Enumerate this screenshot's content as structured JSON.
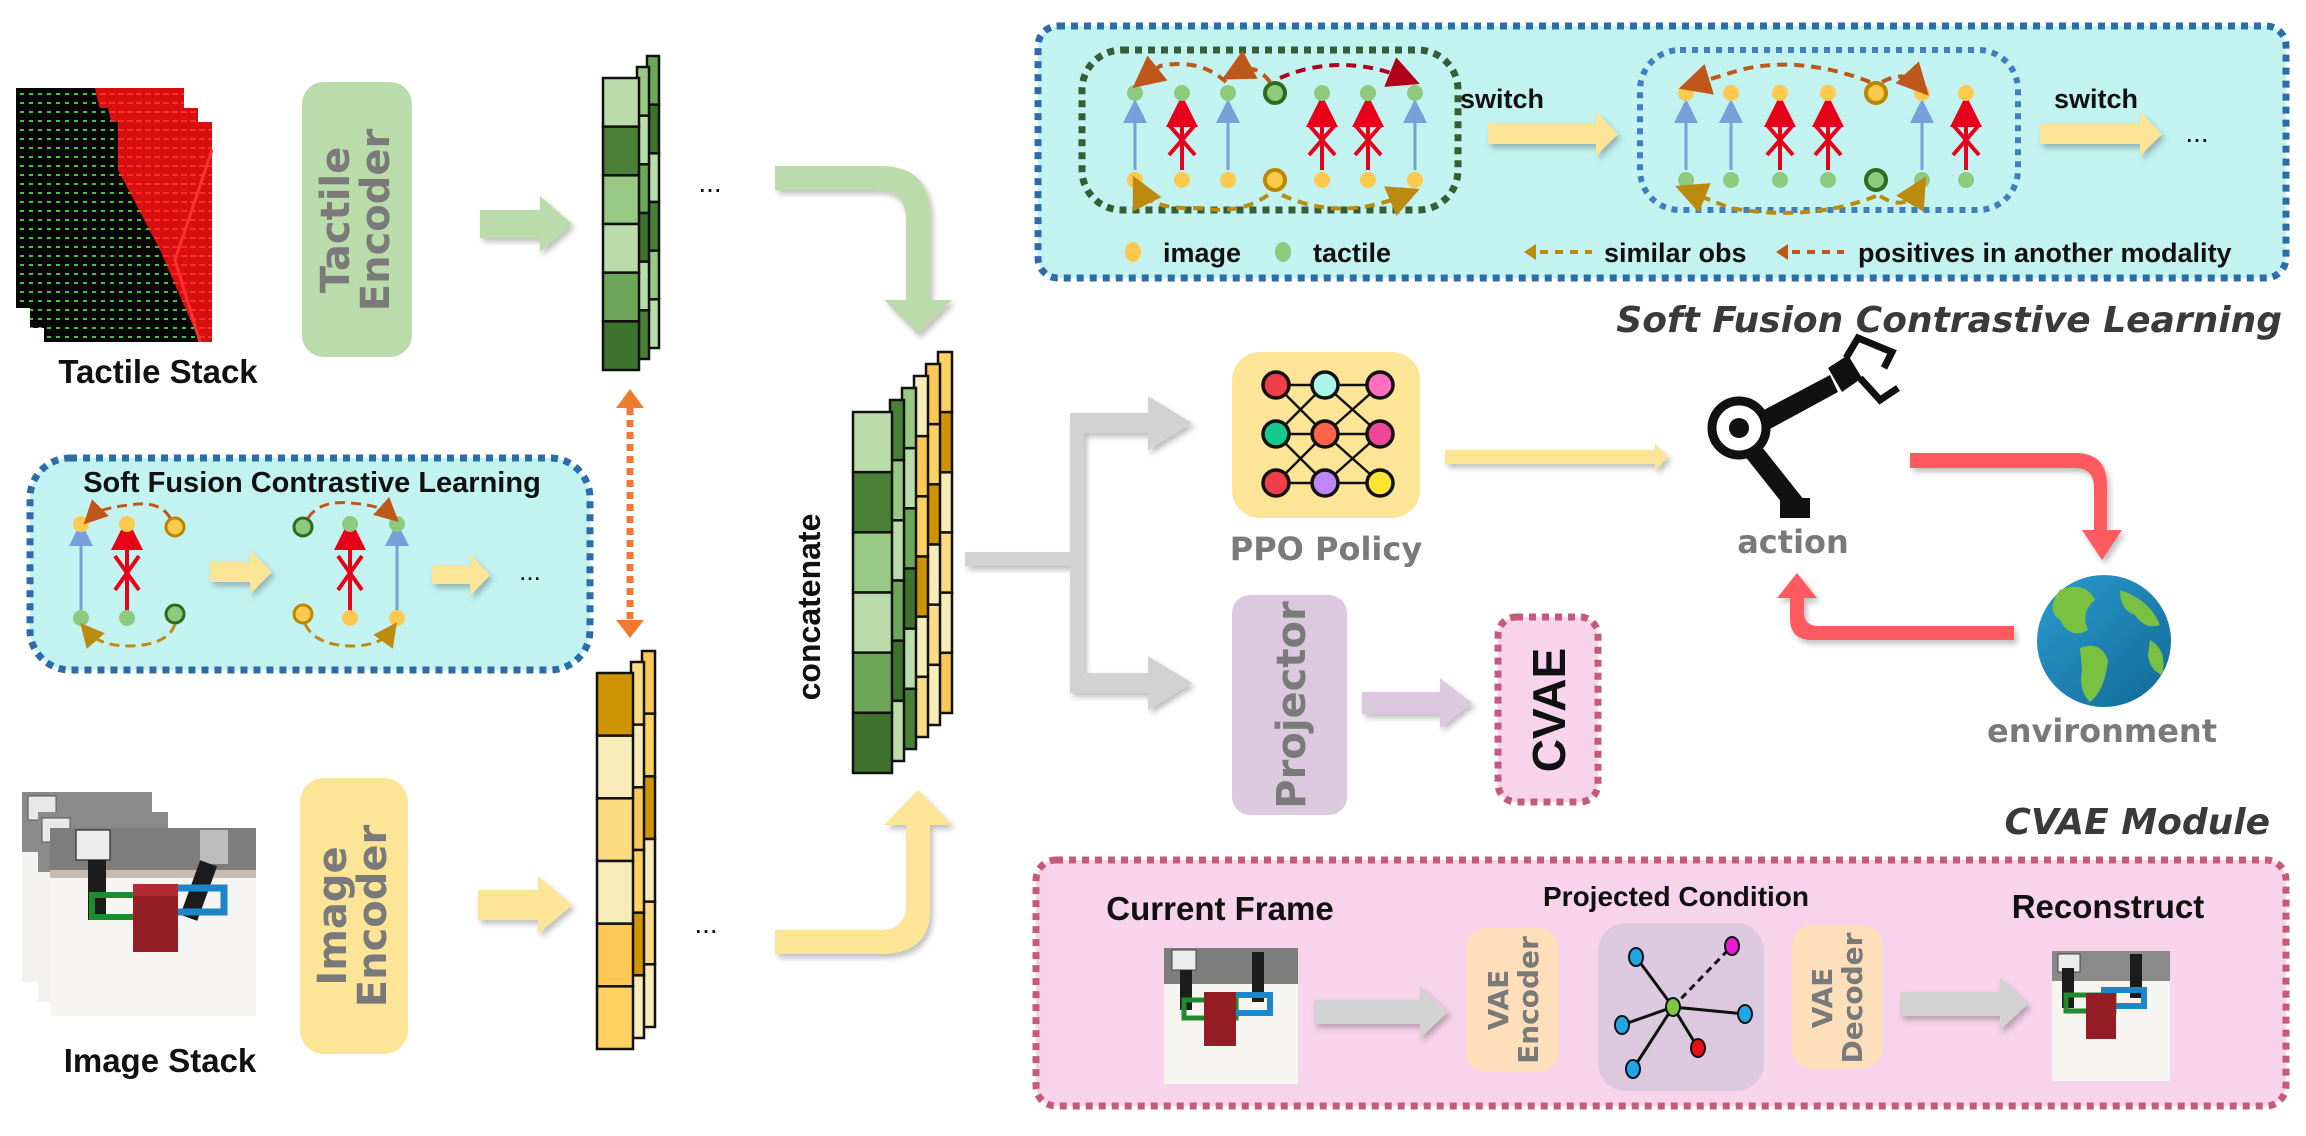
{
  "inputs": {
    "tactile_stack_label": "Tactile Stack",
    "image_stack_label": "Image Stack"
  },
  "encoders": {
    "tactile_line1": "Tactile",
    "tactile_line2": "Encoder",
    "image_line1": "Image",
    "image_line2": "Encoder"
  },
  "features": {
    "ellipsis": "...",
    "concatenate_label": "concatenate",
    "tactile_cell_colors": [
      "#b9dcaa",
      "#4a7f36",
      "#97c884",
      "#b9dcaa",
      "#6da658",
      "#3f722c"
    ],
    "image_cell_colors": [
      "#cf9404",
      "#f8ecb8",
      "#fcdc82",
      "#f8ecb8",
      "#fdc855",
      "#fdd262"
    ]
  },
  "sfcl_small": {
    "title": "Soft Fusion Contrastive Learning",
    "ellipsis": "..."
  },
  "sfcl_panel": {
    "switch_label_1": "switch",
    "switch_label_2": "switch",
    "ellipsis": "...",
    "legend": {
      "image": "image",
      "tactile": "tactile",
      "similar_obs": "similar obs",
      "positives": "positives in another modality"
    },
    "caption": "Soft Fusion Contrastive Learning"
  },
  "policy": {
    "ppo_label": "PPO Policy",
    "projector_label": "Projector",
    "cvae_label": "CVAE",
    "action_label": "action",
    "environment_label": "environment"
  },
  "cvae_module": {
    "caption": "CVAE Module",
    "current_frame": "Current Frame",
    "projected_condition": "Projected Condition",
    "reconstruct": "Reconstruct",
    "vae_encoder_line1": "VAE",
    "vae_encoder_line2": "Encoder",
    "vae_decoder_line1": "VAE",
    "vae_decoder_line2": "Decoder"
  },
  "colors": {
    "tactile_green": "#b9dcaa",
    "image_yellow": "#fde597",
    "projector_purple": "#dcc9df",
    "cvae_pink": "#f8d3ec",
    "panel_cyan": "#c3f3f1",
    "panel_border_blue": "#2e6ca8",
    "cvae_border": "#c55b7a",
    "loop_red": "#ff5a5f",
    "orange_link": "#f07b2e"
  }
}
